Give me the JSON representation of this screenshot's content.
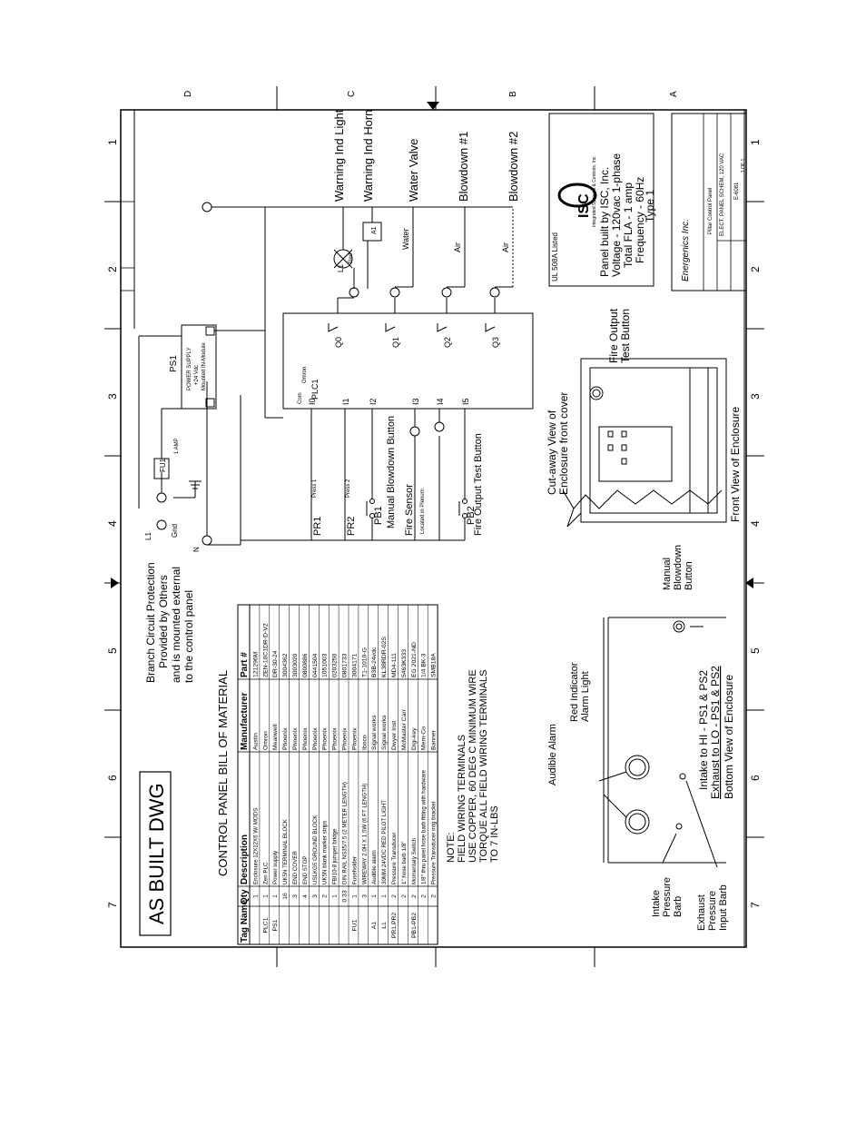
{
  "frame": {
    "row_labels": [
      "D",
      "C",
      "B",
      "A"
    ],
    "col_labels": [
      "1",
      "2",
      "3",
      "4",
      "5",
      "6",
      "7"
    ]
  },
  "stamp": "AS BUILT DWG",
  "branch_note": [
    "Branch Circuit Protection",
    "Provided by Others",
    "and is mounted external",
    "to the control panel"
  ],
  "power": {
    "terminals": [
      "L1",
      "Gnd",
      "N"
    ],
    "fuse": "FU1",
    "fuse_rating": "1 AMP",
    "ps_tag": "PS1",
    "ps_lines": [
      "POWER SUPPLY",
      "+24 Vdc",
      "Mounted IN-Module"
    ]
  },
  "plc": {
    "tag": "PLC1",
    "maker": "Omron",
    "common": "Com",
    "inputs": [
      "I0",
      "I1",
      "I2",
      "I3",
      "I4",
      "I5"
    ],
    "outputs": [
      "Q0",
      "Q1",
      "Q2",
      "Q3"
    ]
  },
  "field_inputs": [
    {
      "tag": "PR1",
      "sub": "Press 1"
    },
    {
      "tag": "PR2",
      "sub": "Press 2"
    },
    {
      "tag": "PB1",
      "sub": "Manual Blowdown Button"
    },
    {
      "tag": "",
      "sub": "Fire Sensor",
      "note": "Located in Plenum"
    },
    {
      "tag": "PB2",
      "sub": "Fire Output Test Button"
    }
  ],
  "outputs_desc": [
    {
      "label": "Warning Ind Light",
      "device": "L1",
      "device_note": "Red"
    },
    {
      "label": "Warning Ind Horn",
      "device": "A1"
    },
    {
      "label": "Water Valve",
      "device": "Water"
    },
    {
      "label": "Blowdown #1",
      "device": "Air"
    },
    {
      "label": "Blowdown #2",
      "device": "Air"
    }
  ],
  "info_box": {
    "listing": "UL 508A Listed",
    "logo": "ISC",
    "logo_sub": "Integrated Systems & Controls, Inc.",
    "lines": [
      "Panel built by ISC, Inc.",
      "Voltage - 120vac 1-phase",
      "Total FLA - 1 amp",
      "Frequency - 60Hz",
      "Type 1"
    ]
  },
  "title_block": {
    "company": "Energenics Inc.",
    "title_lines": [
      "Pillar Control Panel",
      "ELECT. PANEL SCHEM, 120 VAC"
    ],
    "dwg_no": "E-6081",
    "sheet": "1 OF 1"
  },
  "bom": {
    "title": "CONTROL PANEL BILL OF MATERIAL",
    "headers": [
      "Tag Name",
      "Qty",
      "Description",
      "Manufacturer",
      "Part #"
    ],
    "rows": [
      [
        "",
        "1",
        "Enclosure 12X12X6 W/ MODS",
        "Austin",
        "121296M"
      ],
      [
        "PLC1",
        "1",
        "Zen PLC",
        "Omron",
        "ZEN-10C1DR-D-V2"
      ],
      [
        "PS1",
        "1",
        "Power supply",
        "Meanwell",
        "DR-30-24"
      ],
      [
        "",
        "16",
        "UK5N TERMINAL BLOCK",
        "Phoenix",
        "3004362"
      ],
      [
        "",
        "3",
        "END COVER",
        "Phoenix",
        "3003020"
      ],
      [
        "",
        "4",
        "END STOP",
        "Phoenix",
        "0800886"
      ],
      [
        "",
        "3",
        "USLKG5 GROUND BLOCK",
        "Phoenix",
        "0441504"
      ],
      [
        "",
        "2",
        "UK5N blank marker strips",
        "Phoenix",
        "1051003"
      ],
      [
        "",
        "1",
        "FBI10-8 jumper bridge",
        "Phoenix",
        "0203250"
      ],
      [
        "",
        "0.33",
        "DIN RAIL NS35/7.5 (2 METER LENGTH)",
        "Phoenix",
        "0801733"
      ],
      [
        "FU1",
        "1",
        "Fuseholder",
        "Phoenix",
        "3004171"
      ],
      [
        "",
        "3",
        "WIREWAY 2.0H X 1.5W (6 FT LENGTH)",
        "Iboco",
        "T1-1010-G"
      ],
      [
        "A1",
        "1",
        "Audible alarm",
        "Signal works",
        "B3B-24vdc"
      ],
      [
        "L1",
        "1",
        "30MM 24VDC RED PILOT LIGHT",
        "Signal works",
        "KL38RDR-02S"
      ],
      [
        "PR1,PR2",
        "2",
        "Pressure Transducer",
        "Dwyer Inst",
        "MD4-111"
      ],
      [
        "",
        "2",
        "1\" hose barb 1/8\"",
        "McMaster Carr",
        "5463K333"
      ],
      [
        "PB1-PB2",
        "2",
        "Momentary Switch",
        "Digi-key",
        "EG 2021-ND"
      ],
      [
        "",
        "2",
        "1/8\" thru panel hose barb fitting with hardware",
        "Mem-Co",
        "1/4 BK-3"
      ],
      [
        "",
        "2",
        "Pressure Transducer mtg bracket",
        "Banner",
        "SMB18A"
      ]
    ]
  },
  "note": {
    "heading": "NOTE:",
    "lines": [
      "FIELD WIRING TERMINALS",
      "USE COPPER, 60 DEG C MINIMUM WIRE",
      "TORQUE ALL FIELD WIRING TERMINALS",
      "TO 7 IN-LBS"
    ]
  },
  "front_view": {
    "caption": "Front View of Enclosure",
    "callout1": [
      "Cut-away View of",
      "Enclosure front cover"
    ],
    "callout2": [
      "Fire Output",
      "Test Button"
    ]
  },
  "bottom_view": {
    "caption": "Bottom View of Enclosure",
    "labels": {
      "manual": [
        "Manual",
        "Blowdown",
        "Button"
      ],
      "red": [
        "Red Indicator",
        "Alarm Light"
      ],
      "audible": "Audible Alarm",
      "intake_barb": [
        "Intake",
        "Pressure",
        "Barb"
      ],
      "exhaust_barb": [
        "Exhaust",
        "Pressure",
        "Input Barb"
      ]
    },
    "notes": [
      "Intake to HI - PS1 & PS2",
      "Exhaust to LO - PS1 & PS2"
    ]
  }
}
